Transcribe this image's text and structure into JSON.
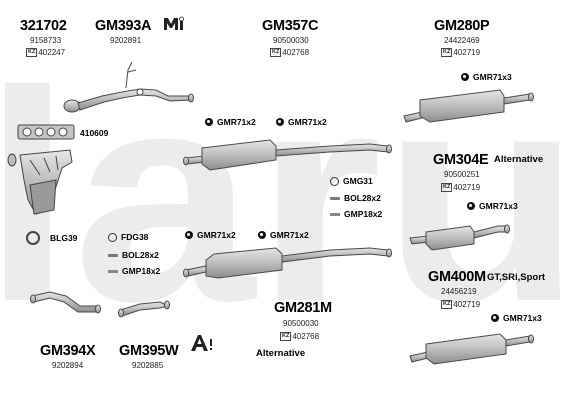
{
  "watermark": {
    "text": "laru",
    "color": "#ececec"
  },
  "colors": {
    "part_fill": "#cfcfcf",
    "part_stroke": "#4a4a4a",
    "part_dark": "#8a8a8a"
  },
  "parts": {
    "p321702": {
      "code": "321702",
      "number": "9158733",
      "ref": "402247"
    },
    "gm393a": {
      "code": "GM393A",
      "number": "9202891"
    },
    "gm357c": {
      "code": "GM357C",
      "number": "90500030",
      "ref": "402768"
    },
    "gm280p": {
      "code": "GM280P",
      "number": "24422469",
      "ref": "402719"
    },
    "gm304e": {
      "code": "GM304E",
      "alternative": "Alternative",
      "number": "90500251",
      "ref": "402719"
    },
    "gm400m": {
      "code": "GM400M",
      "variant": "GT,SRi,Sport",
      "number": "24456219",
      "ref": "402719"
    },
    "gm281m": {
      "code": "GM281M",
      "number": "90500030",
      "ref": "402768",
      "alternative": "Alternative"
    },
    "gm394x": {
      "code": "GM394X",
      "number": "9202894"
    },
    "gm395w": {
      "code": "GM395W",
      "number": "9202885"
    }
  },
  "ref_badge": "KZ",
  "small_parts": {
    "gasket_410609": "410609",
    "blg39": "BLG39",
    "fdg38": "FDG38",
    "bol28x2_left": "BOL28x2",
    "gmp18x2_left": "GMP18x2",
    "gmr71x2_a": "GMR71x2",
    "gmr71x2_b": "GMR71x2",
    "gmr71x2_c": "GMR71x2",
    "gmr71x2_d": "GMR71x2",
    "gmg31": "GMG31",
    "bol28x2_right": "BOL28x2",
    "gmp18x2_right": "GMP18x2",
    "gmr71x3_a": "GMR71x3",
    "gmr71x3_b": "GMR71x3",
    "gmr71x3_c": "GMR71x3"
  },
  "icons": {
    "mounting_kit": "mounting-kit-icon",
    "warning": "warning-icon"
  }
}
